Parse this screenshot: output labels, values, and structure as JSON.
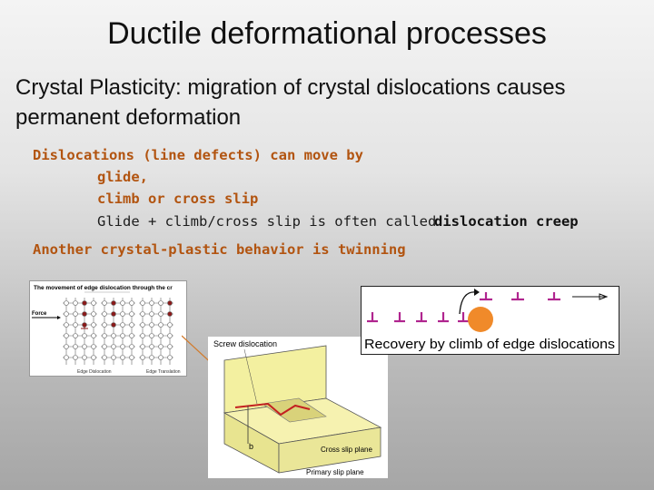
{
  "slide": {
    "title": "Ductile deformational processes",
    "subtitle": "Crystal Plasticity: migration of crystal dislocations causes permanent deformation",
    "bullet1": "Dislocations (line defects) can move by",
    "glide": "glide,",
    "climb_cross": "climb or cross slip",
    "glide_climb": "Glide + climb/cross slip is often called",
    "creep": "dislocation creep",
    "bullet2": "Another crystal-plastic behavior is twinning"
  },
  "figures": {
    "edge": {
      "title": "The movement of edge dislocation through the cr",
      "force": "Force",
      "caption_left": "Edge Dislocation",
      "caption_right": "Edge Translation"
    },
    "screw": {
      "label_screw": "Screw dislocation",
      "label_b": "b",
      "label_cross": "Cross slip plane",
      "label_primary": "Primary slip plane"
    },
    "climb": {
      "caption": "Recovery by climb of edge dislocations"
    }
  }
}
